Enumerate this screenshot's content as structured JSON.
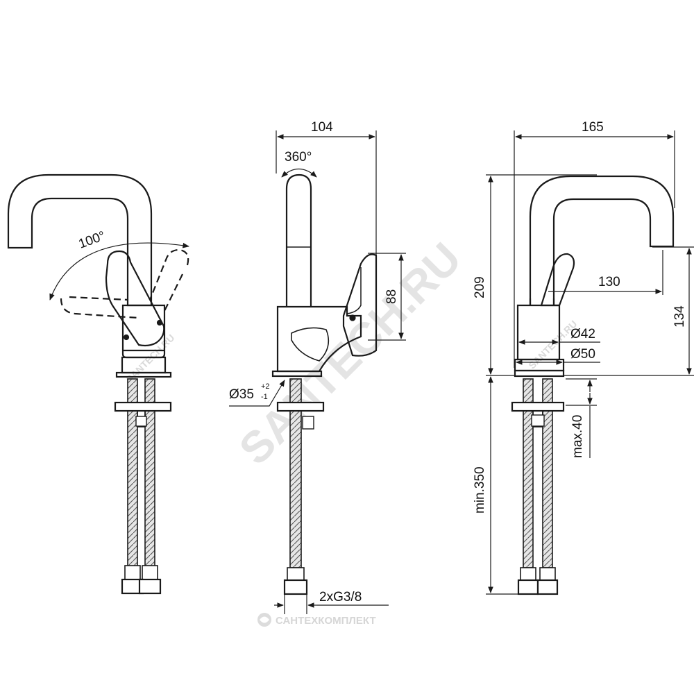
{
  "drawing": {
    "views": [
      "left-view",
      "front-view",
      "side-view"
    ],
    "colors": {
      "line": "#1a1a1a",
      "watermark": "#d9d9d9",
      "hose_fill": "#cfcfcf"
    }
  },
  "dimensions": {
    "left": {
      "rotation_angle": "100°"
    },
    "front": {
      "width_top": "104",
      "swivel_angle": "360°",
      "lever_height": "88",
      "hole_diameter_main": "Ø35",
      "hole_tol_plus": "+2",
      "hole_tol_minus": "-1",
      "connection": "2xG3/8"
    },
    "side": {
      "width_top": "165",
      "height_total": "209",
      "spout_reach": "130",
      "spout_height": "134",
      "body_diameter": "Ø42",
      "base_diameter": "Ø50",
      "max_deck": "max.40",
      "min_hose": "min.350"
    }
  },
  "watermark": {
    "main": "SANTECH.RU",
    "small": "SANTECH.RU",
    "brand": "САНТЕХКОМПЛЕКТ"
  },
  "icons": {
    "brand_logo": "santechkomplekt-logo-icon"
  }
}
